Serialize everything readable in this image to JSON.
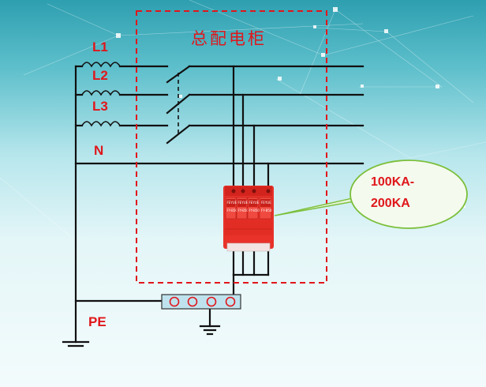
{
  "diagram": {
    "cabinet_title": "总配电柜",
    "phase_labels": [
      "L1",
      "L2",
      "L3"
    ],
    "neutral_label": "N",
    "ground_label": "PE",
    "callout_line1": "100KA-",
    "callout_line2": "200KA",
    "spd_module_text": [
      "FEYUE",
      "FEYUE",
      "FEYUE",
      "FEYUE"
    ],
    "spd_module_code": [
      "FY-B50",
      "FY-B50",
      "FY-B50",
      "FY-B50"
    ]
  },
  "colors": {
    "wire": "#111111",
    "accent": "#e0161b",
    "callout_border": "#7bbf3a",
    "spd_body": "#e8322a",
    "ground_bar": "#bfe3ee"
  }
}
